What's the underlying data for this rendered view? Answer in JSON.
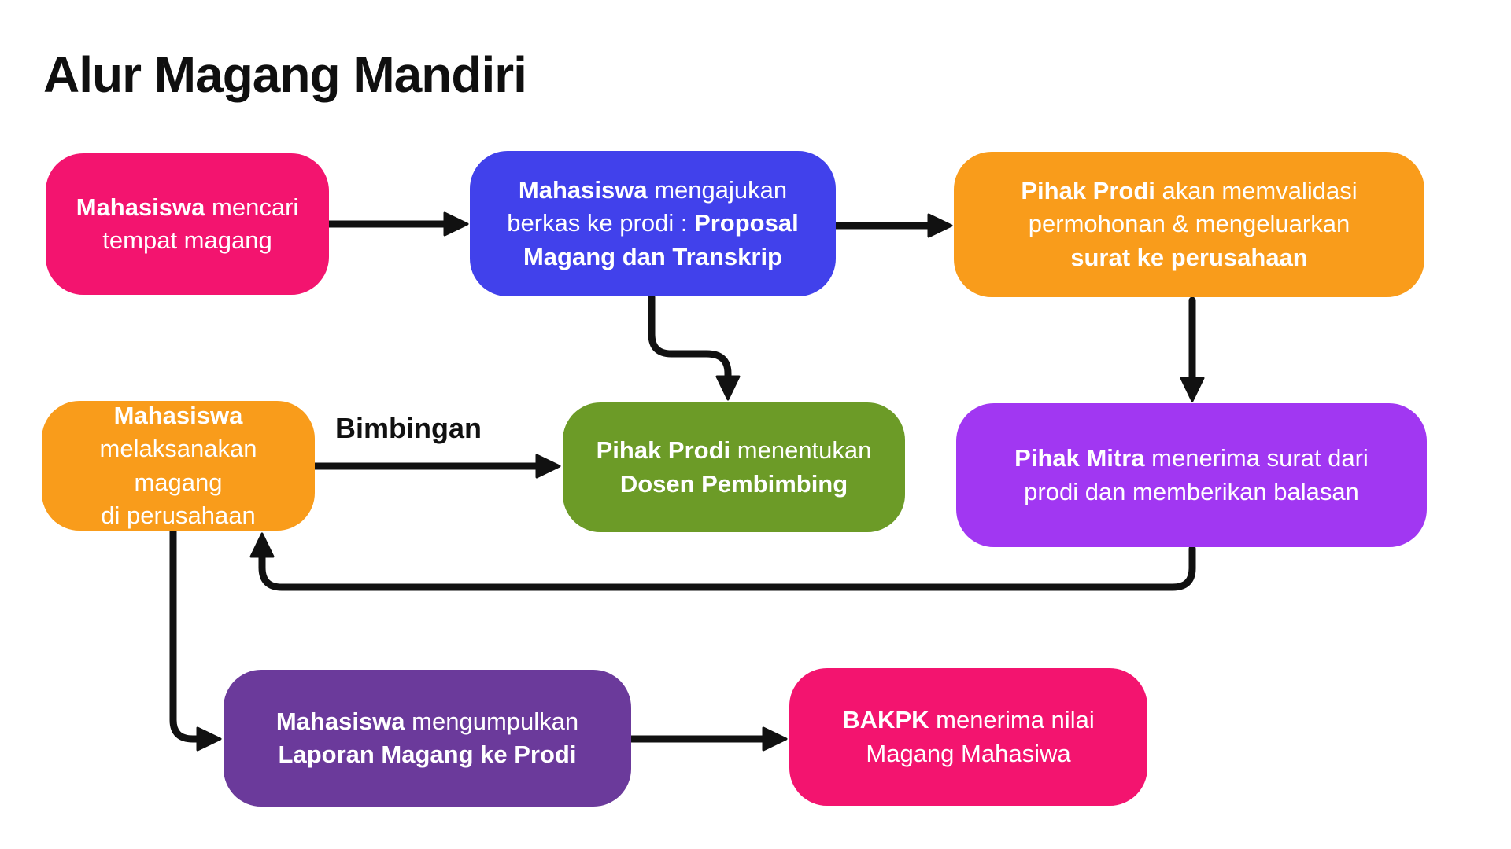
{
  "diagram": {
    "title": "Alur Magang Mandiri",
    "type": "flowchart"
  },
  "colors": {
    "background": "#FFFFFF",
    "arrow": "#111111",
    "title": "#0F0F0F",
    "text_on_nodes": "#FFFFFF"
  },
  "nodes": [
    {
      "id": "cari-tempat-magang",
      "color": "#F3146F",
      "segments": [
        {
          "text": "Mahasiswa",
          "bold": true
        },
        {
          "text": " mencari\ntempat magang",
          "bold": false
        }
      ]
    },
    {
      "id": "ajukan-berkas",
      "color": "#4141EB",
      "segments": [
        {
          "text": "Mahasiswa",
          "bold": true
        },
        {
          "text": " mengajukan\nberkas ke prodi : ",
          "bold": false
        },
        {
          "text": "Proposal\nMagang dan Transkrip",
          "bold": true
        }
      ]
    },
    {
      "id": "validasi-prodi",
      "color": "#F99C1B",
      "segments": [
        {
          "text": "Pihak Prodi",
          "bold": true
        },
        {
          "text": " akan memvalidasi\npermohonan & mengeluarkan\n",
          "bold": false
        },
        {
          "text": "surat ke perusahaan",
          "bold": true
        }
      ]
    },
    {
      "id": "laksanakan-magang",
      "color": "#F99C1B",
      "segments": [
        {
          "text": "Mahasiswa",
          "bold": true
        },
        {
          "text": "\nmelaksanakan magang\ndi perusahaan",
          "bold": false
        }
      ]
    },
    {
      "id": "dosen-pembimbing",
      "color": "#6C9B27",
      "segments": [
        {
          "text": "Pihak Prodi",
          "bold": true
        },
        {
          "text": " menentukan\n",
          "bold": false
        },
        {
          "text": "Dosen Pembimbing",
          "bold": true
        }
      ]
    },
    {
      "id": "pihak-mitra",
      "color": "#A137F2",
      "segments": [
        {
          "text": "Pihak Mitra",
          "bold": true
        },
        {
          "text": " menerima surat dari\nprodi dan memberikan balasan",
          "bold": false
        }
      ]
    },
    {
      "id": "laporan-magang",
      "color": "#6B3A9B",
      "segments": [
        {
          "text": "Mahasiswa",
          "bold": true
        },
        {
          "text": " mengumpulkan\n",
          "bold": false
        },
        {
          "text": "Laporan Magang ke Prodi",
          "bold": true
        }
      ]
    },
    {
      "id": "bakpk",
      "color": "#F3146F",
      "segments": [
        {
          "text": "BAKPK",
          "bold": true
        },
        {
          "text": " menerima nilai\nMagang Mahasiwa",
          "bold": false
        }
      ]
    }
  ],
  "edges": [
    {
      "from": "cari-tempat-magang",
      "to": "ajukan-berkas",
      "label": ""
    },
    {
      "from": "ajukan-berkas",
      "to": "validasi-prodi",
      "label": ""
    },
    {
      "from": "ajukan-berkas",
      "to": "dosen-pembimbing",
      "label": ""
    },
    {
      "from": "validasi-prodi",
      "to": "pihak-mitra",
      "label": ""
    },
    {
      "from": "laksanakan-magang",
      "to": "dosen-pembimbing",
      "label": "Bimbingan"
    },
    {
      "from": "pihak-mitra",
      "to": "laksanakan-magang",
      "label": ""
    },
    {
      "from": "laksanakan-magang",
      "to": "laporan-magang",
      "label": ""
    },
    {
      "from": "laporan-magang",
      "to": "bakpk",
      "label": ""
    }
  ]
}
